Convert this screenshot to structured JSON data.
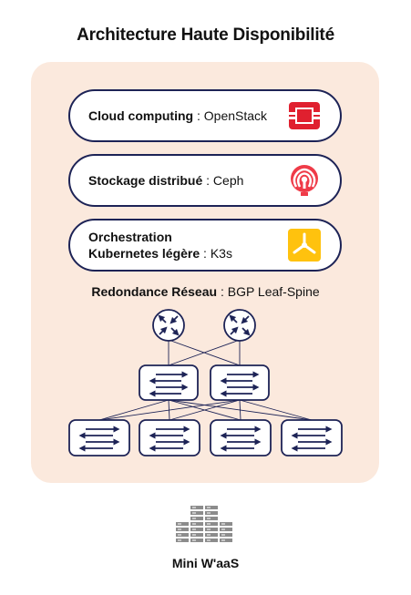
{
  "title": "Architecture Haute Disponibilité",
  "layers": [
    {
      "bold": "Cloud computing",
      "rest": " : OpenStack",
      "logo": "openstack-logo",
      "color": "#e0202f"
    },
    {
      "bold": "Stockage distribué",
      "rest": " : Ceph",
      "logo": "ceph-logo",
      "color": "#ef3b48"
    },
    {
      "bold_line1": "Orchestration",
      "bold": "Kubernetes légère",
      "rest": " : K3s",
      "logo": "k3s-logo",
      "color": "#ffc20e"
    }
  ],
  "network": {
    "bold": "Redondance Réseau",
    "rest": " : BGP Leaf-Spine"
  },
  "footer": "Mini W'aaS",
  "colors": {
    "navy": "#1d2356",
    "panel": "#fbe9dd"
  }
}
